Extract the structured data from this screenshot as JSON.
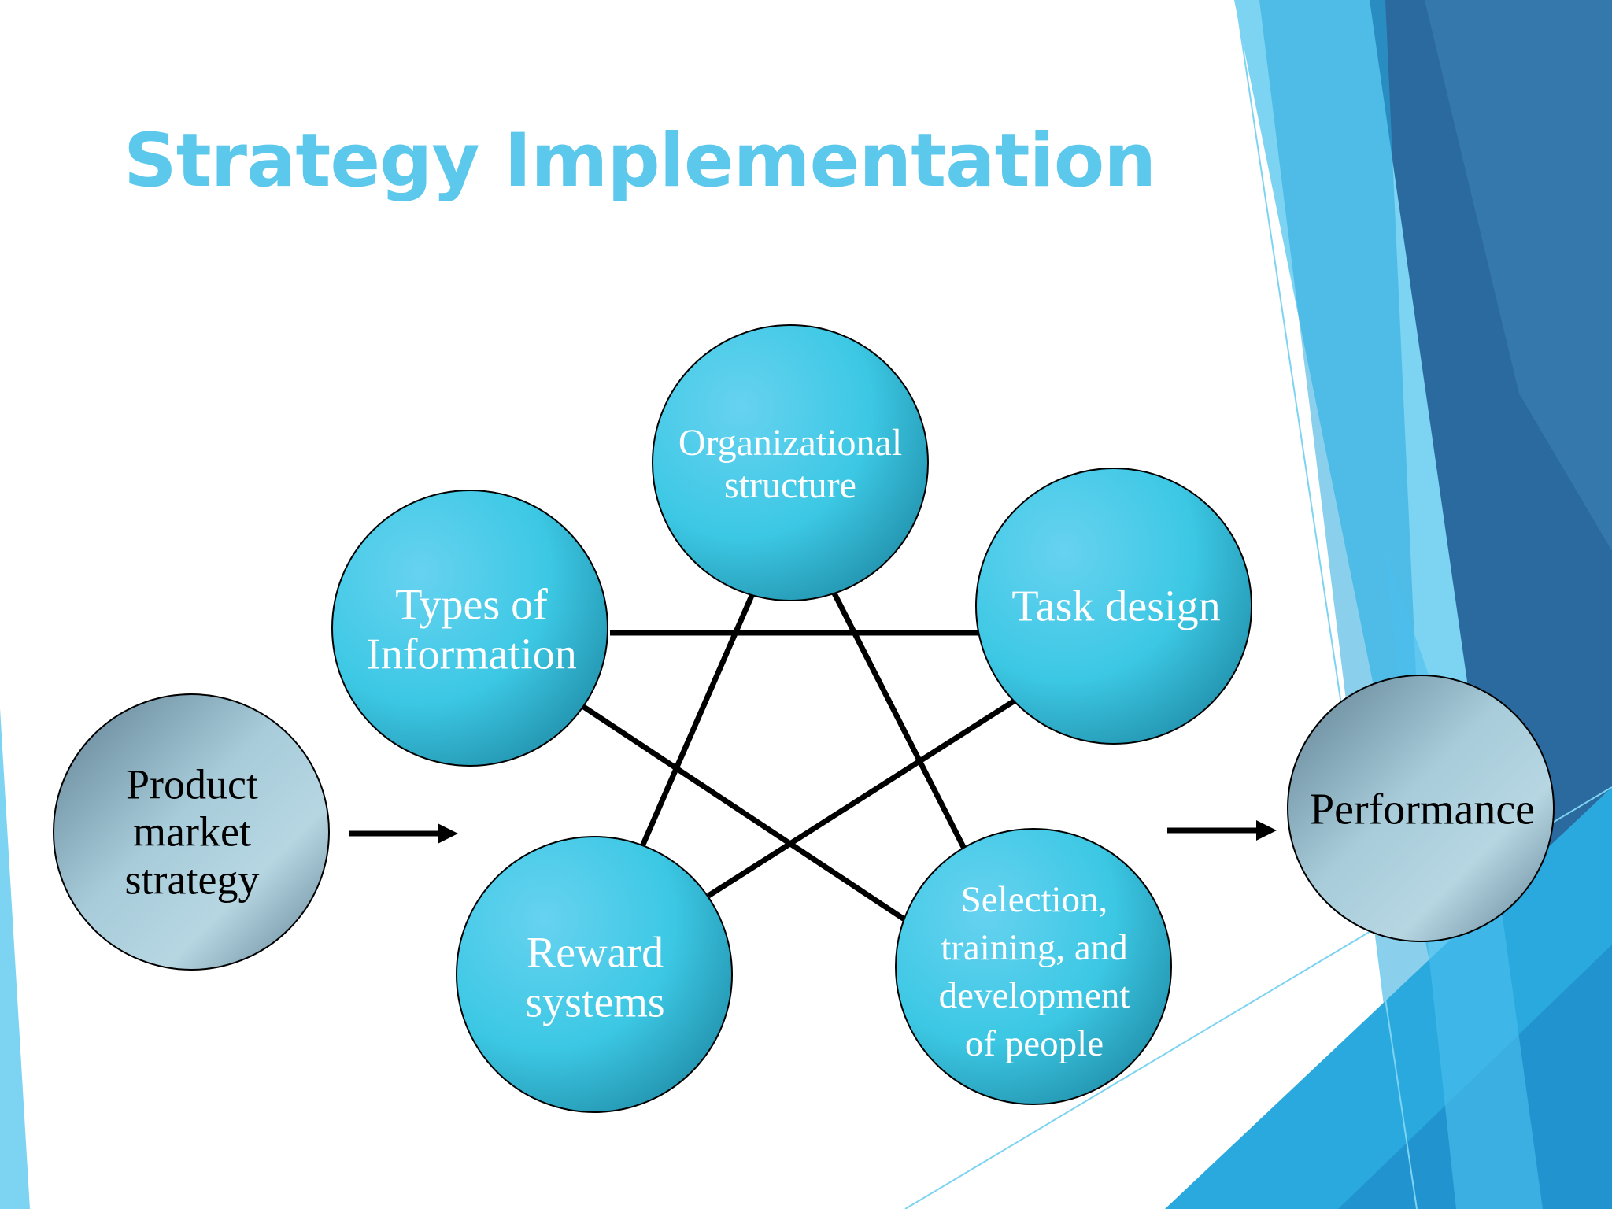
{
  "title": "Strategy Implementation",
  "diagram": {
    "input": {
      "label_lines": [
        "Product",
        "market",
        "strategy"
      ]
    },
    "output": {
      "label": "Performance"
    },
    "center_nodes": [
      {
        "id": "org",
        "label_lines": [
          "Organizational",
          "structure"
        ]
      },
      {
        "id": "task",
        "label_lines": [
          "Task design"
        ]
      },
      {
        "id": "select",
        "label_lines": [
          "Selection,",
          "training, and",
          "development",
          "of people"
        ]
      },
      {
        "id": "reward",
        "label_lines": [
          "Reward",
          "systems"
        ]
      },
      {
        "id": "info",
        "label_lines": [
          "Types of",
          "Information"
        ]
      }
    ],
    "connections": [
      [
        "info",
        "task"
      ],
      [
        "org",
        "reward"
      ],
      [
        "org",
        "select"
      ],
      [
        "task",
        "reward"
      ],
      [
        "info",
        "select"
      ]
    ],
    "flow": [
      [
        "input",
        "center"
      ],
      [
        "center",
        "output"
      ]
    ]
  },
  "colors": {
    "title": "#5bc8ec",
    "center_node": "#3cc8e4",
    "center_node_highlight": "#66d2f0",
    "center_node_shade": "#1f8ba6",
    "end_node": "#a8ccda",
    "end_node_shade": "#5e7f92",
    "decor_light": "#7dd3f2",
    "decor_mid": "#2aa9de",
    "decor_dark": "#2b6a9e"
  }
}
